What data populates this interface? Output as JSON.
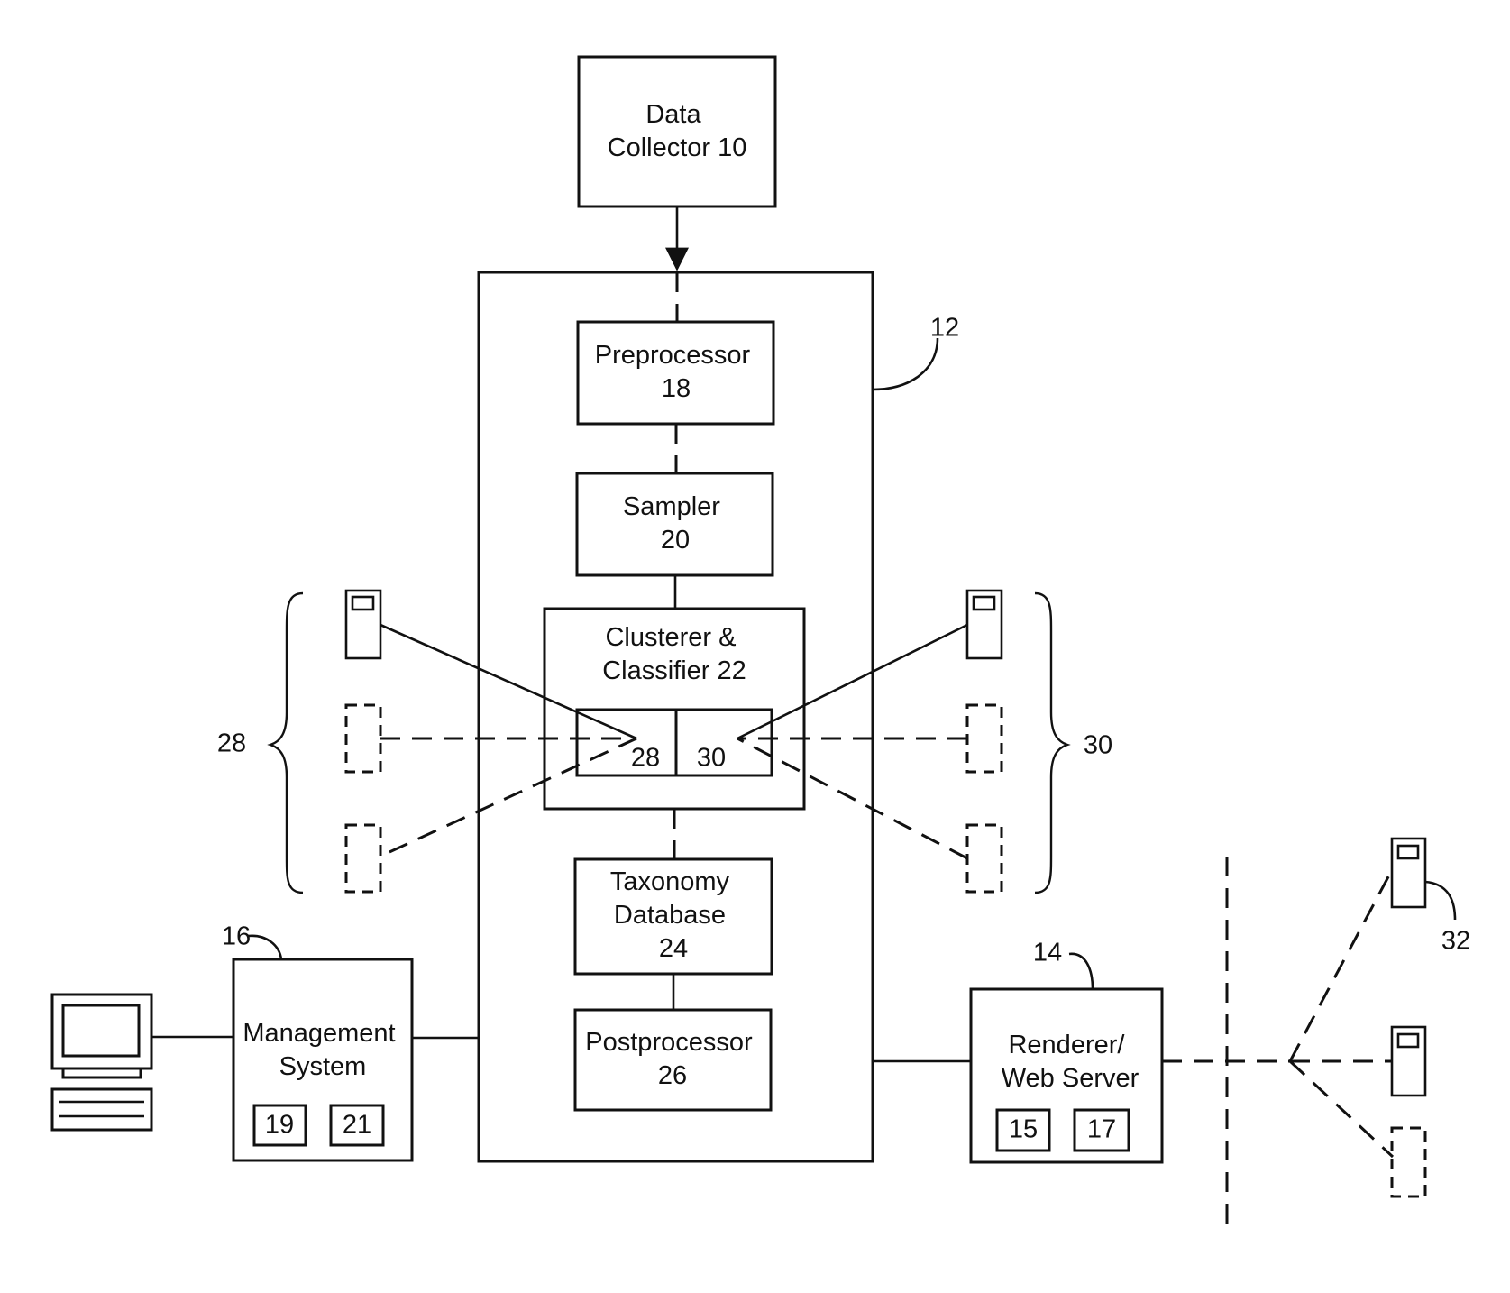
{
  "blocks": {
    "data_collector": [
      "Data",
      "Collector 10"
    ],
    "preprocessor": [
      "Preprocessor",
      "18"
    ],
    "sampler": [
      "Sampler",
      "20"
    ],
    "clusterer": [
      "Clusterer &",
      "Classifier 22"
    ],
    "taxonomy": [
      "Taxonomy",
      "Database",
      "24"
    ],
    "postprocessor": [
      "Postprocessor",
      "26"
    ],
    "management": [
      "Management",
      "System"
    ],
    "renderer": [
      "Renderer/",
      "Web Server"
    ]
  },
  "sub_blocks": {
    "cell_left": "28",
    "cell_right": "30",
    "mgmt_a": "19",
    "mgmt_b": "21",
    "render_a": "15",
    "render_b": "17"
  },
  "reference_labels": {
    "system": "12",
    "management": "16",
    "renderer": "14",
    "group_left": "28",
    "group_right": "30",
    "clients": "32"
  }
}
